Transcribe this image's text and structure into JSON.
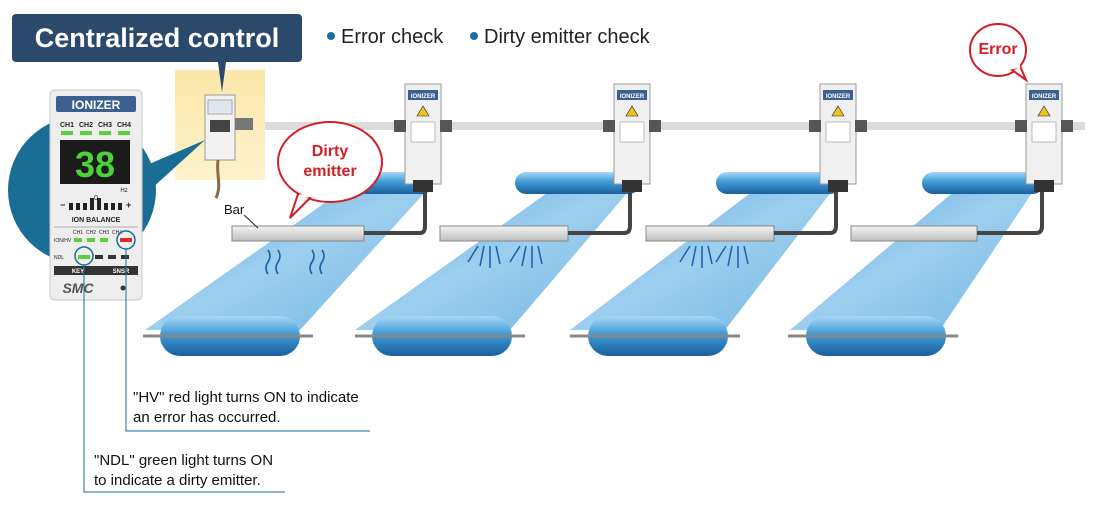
{
  "header": {
    "title": "Centralized control",
    "bullets": [
      "Error check",
      "Dirty emitter check"
    ]
  },
  "panel": {
    "name": "IONIZER",
    "channels": [
      "CH1",
      "CH2",
      "CH3",
      "CH4"
    ],
    "display": "38",
    "unit": "Hz",
    "zero_mark": "0",
    "minus": "−",
    "plus": "+",
    "balance_label": "ION BALANCE",
    "ion_hv_label": "ION/HV",
    "ndl_label": "NDL",
    "key_label": "KEY",
    "sensor_label": "SNSR",
    "brand": "SMC"
  },
  "callouts": {
    "dirty": [
      "Dirty",
      "emitter"
    ],
    "error": "Error",
    "bar_label": "Bar"
  },
  "notes": {
    "hv": [
      "\"HV\" red light turns ON to indicate",
      "an error has occurred."
    ],
    "ndl": [
      "\"NDL\" green light turns ON",
      "to indicate a dirty emitter."
    ]
  },
  "ionizer_label": "IONIZER",
  "colors": {
    "title_bg": "#2b4a6b",
    "callout_red": "#d21f26",
    "web_blue": "#5aa8de",
    "roller_blue": "#2d8fd0",
    "panel_teal": "#1a6e95",
    "led_green": "#5ccf3c",
    "led_red": "#e3262b"
  }
}
